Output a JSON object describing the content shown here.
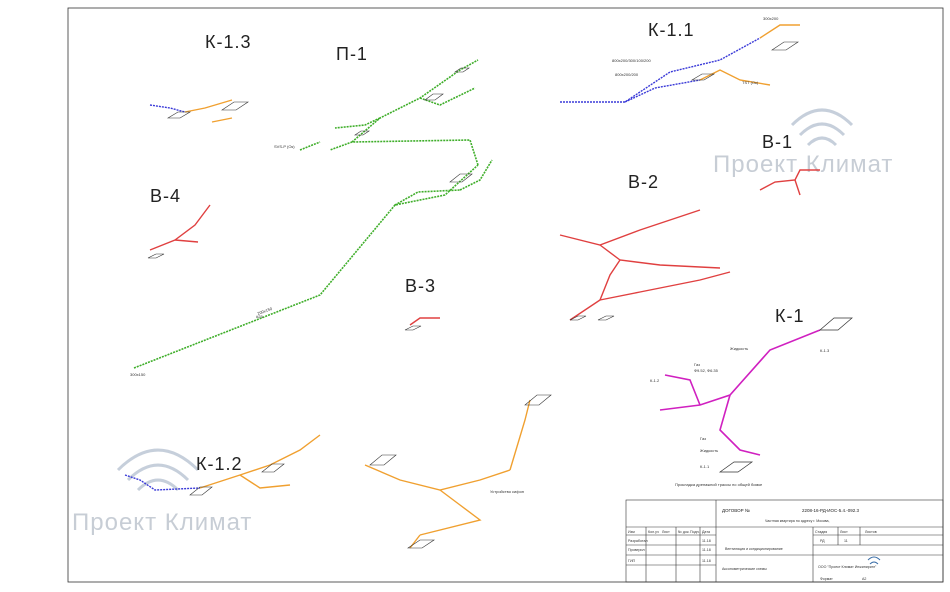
{
  "systems": {
    "k13": "К-1.3",
    "p1": "П-1",
    "k11": "К-1.1",
    "v1": "В-1",
    "v4": "В-4",
    "v2": "В-2",
    "v3": "В-3",
    "k1": "К-1",
    "k12": "К-1.2"
  },
  "watermark": "Проект Климат",
  "labels": {
    "p1_main": "#25",
    "p1_dim": "200х150",
    "p1_end": "300х150",
    "p1_svs": "SVS-P (Ок)",
    "k11_top": "300х200",
    "k11_a": "800х200/300/100/200",
    "k11_b": "800х200/200",
    "k11_tst": "TST (Ок)",
    "k1_gas1": "Газ",
    "k1_liq1": "Жидкость",
    "k1_gas2": "Газ",
    "k1_liq2": "Жидкость",
    "k1_note": "Прокладка дренажной трассы по общей бомке",
    "k1_unit1": "К-1.3",
    "k1_unit2": "К-1.2",
    "k1_unit3": "К-1.1",
    "k1_size": "Ф9.52, Ф6.35",
    "drain": "Устройство сифон"
  },
  "colors": {
    "green": "#3fae2a",
    "blue": "#3a3ad8",
    "orange": "#f0a030",
    "red": "#e04040",
    "magenta": "#d020c0"
  },
  "titleblock": {
    "contract": "ДОГОВОР №",
    "code": "2208-16-РД-ИОС-5.4.-092.3",
    "object": "Частная квартира по адресу г. Москва,",
    "section": "Вентиляция и кондиционирование",
    "sheet_title": "Аксонометрические схемы",
    "stage_h": "Стадия",
    "sheet_h": "Лист",
    "sheets_h": "Листов",
    "stage": "РД",
    "sheet": "11",
    "company": "ООО \"Проект Климат Инжиниринг\"",
    "format": "Формат",
    "format_val": "А2",
    "rows": [
      "Изм",
      "Кол.уч",
      "Лист",
      "№ док.",
      "Подп.",
      "Дата"
    ],
    "role1": "Разработал",
    "role2": "Проверил",
    "role3": "ГИП",
    "date": "11.18"
  }
}
